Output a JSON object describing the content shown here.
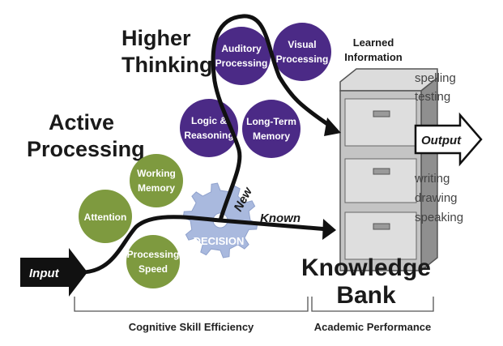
{
  "headings": {
    "higher_thinking": [
      "Higher",
      "Thinking"
    ],
    "active_processing": [
      "Active",
      "Processing"
    ],
    "learned_information": [
      "Learned",
      "Information"
    ],
    "knowledge_bank": [
      "Knowledge",
      "Bank"
    ]
  },
  "green_nodes": {
    "working_memory": [
      "Working",
      "Memory"
    ],
    "attention": [
      "Attention"
    ],
    "processing_speed": [
      "Processing",
      "Speed"
    ]
  },
  "purple_nodes": {
    "auditory_processing": [
      "Auditory",
      "Processing"
    ],
    "visual_processing": [
      "Visual",
      "Processing"
    ],
    "logic_reasoning": [
      "Logic &",
      "Reasoning"
    ],
    "long_term_memory": [
      "Long-Term",
      "Memory"
    ]
  },
  "gear_label": "DECISION",
  "path_labels": {
    "new": "New",
    "known": "Known"
  },
  "arrows": {
    "input": "Input",
    "output": "Output"
  },
  "output_items_top": [
    "spelling",
    "testing"
  ],
  "output_items_bottom": [
    "writing",
    "drawing",
    "speaking"
  ],
  "bottom_labels": {
    "cognitive": "Cognitive Skill Efficiency",
    "academic": "Academic Performance"
  },
  "colors": {
    "green": "#7e9a3f",
    "purple": "#4b2a86",
    "gear": "#a9b9de",
    "cabinet": "#b7b7b7",
    "ink": "#111111"
  }
}
